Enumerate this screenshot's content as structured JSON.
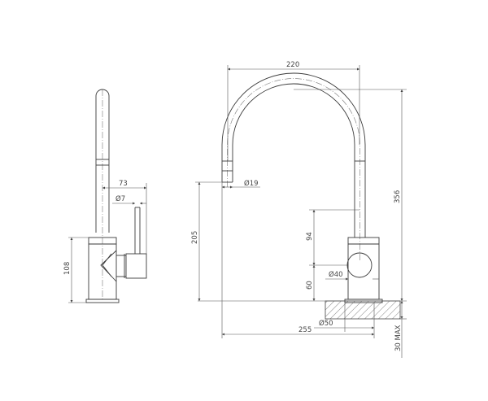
{
  "drawing": {
    "side_view": {
      "dimensions": {
        "reach": "73",
        "lever_diameter": "Ø7",
        "body_height": "108"
      }
    },
    "front_view": {
      "dimensions": {
        "spout_width": "220",
        "spout_diameter": "Ø19",
        "outlet_height": "205",
        "overall_height": "356",
        "lever_height": "94",
        "body_diameter": "Ø40",
        "body_base_height": "60",
        "base_diameter": "Ø50",
        "total_reach": "255",
        "bench_thickness": "30 MAX"
      }
    }
  }
}
